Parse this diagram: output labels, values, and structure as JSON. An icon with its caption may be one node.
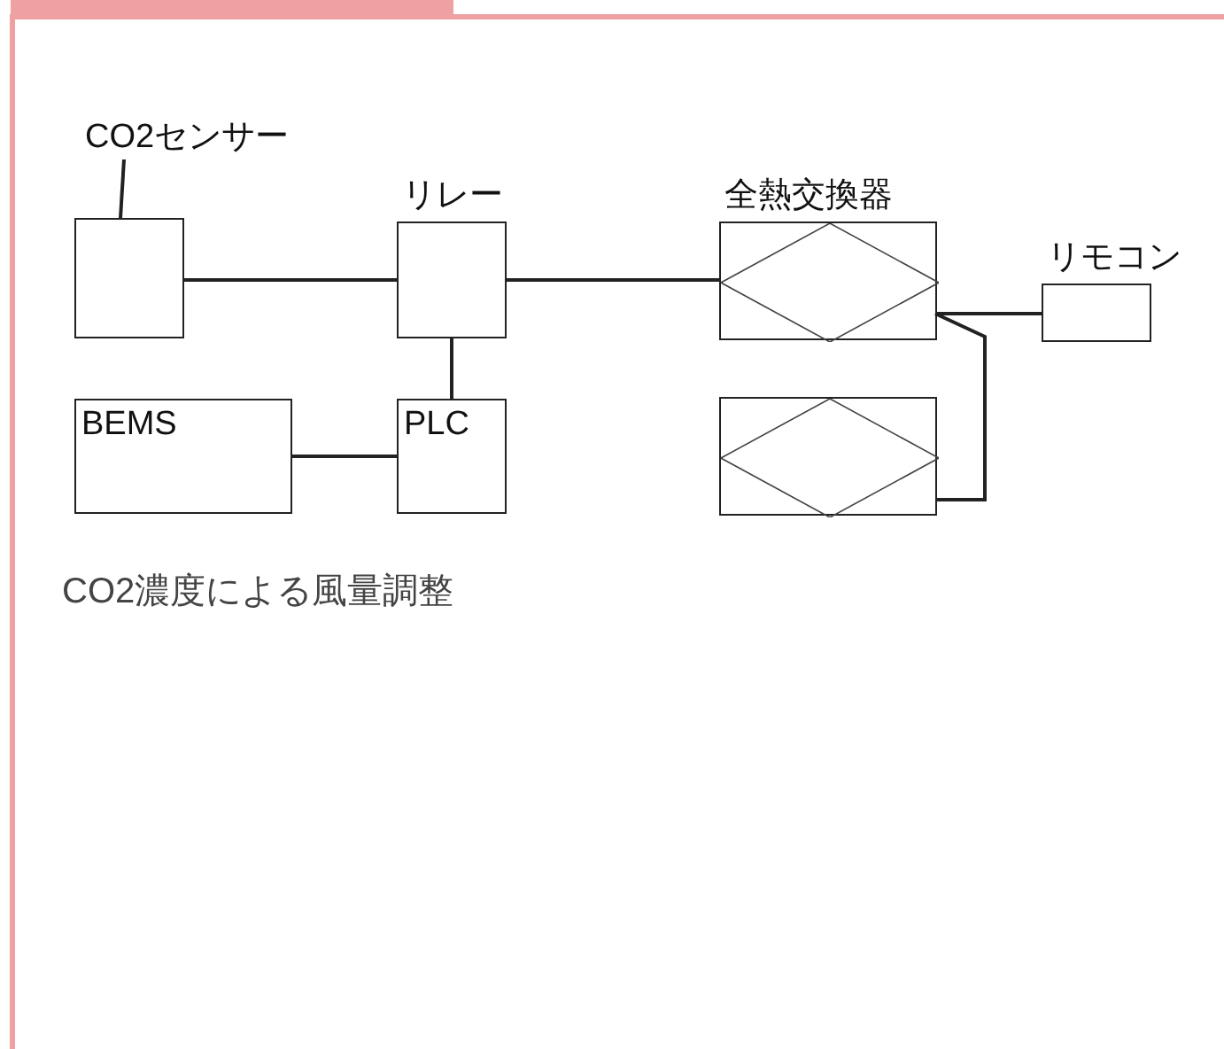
{
  "diagram": {
    "nodes": [
      {
        "text": [
          "CO2センサー"
        ]
      },
      {
        "text": [],
        "shape": "box"
      },
      {
        "text": [
          "リレー"
        ]
      },
      {
        "text": [
          "全熱交換器"
        ]
      },
      {
        "text": [
          "リモコン"
        ]
      },
      {
        "text": [
          "BEMS"
        ]
      },
      {
        "text": [
          "PLC"
        ]
      },
      {
        "text": [],
        "shape": "box"
      }
    ],
    "edges": [
      {
        "from": 0,
        "to": 1,
        "arrow": "none"
      },
      {
        "from": 1,
        "to": 2,
        "arrow": "none"
      },
      {
        "from": 2,
        "to": 3,
        "arrow": "none"
      },
      {
        "from": 3,
        "to": 4,
        "arrow": "none"
      },
      {
        "from": 3,
        "to": 7,
        "arrow": "none"
      },
      {
        "from": 2,
        "to": 6,
        "arrow": "none"
      },
      {
        "from": 5,
        "to": 6,
        "arrow": "none"
      }
    ],
    "labels": [
      "CO2濃度による風量調整"
    ]
  }
}
